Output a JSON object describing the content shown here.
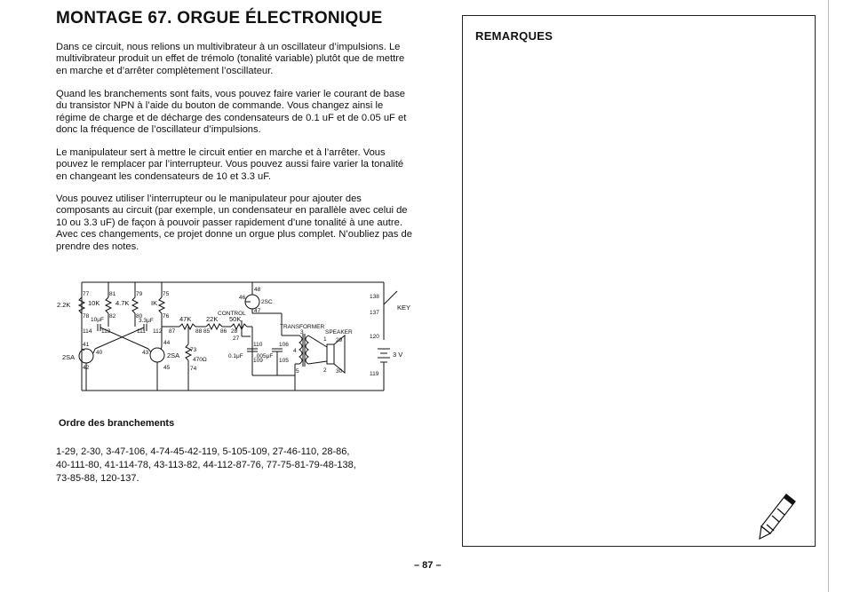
{
  "title": "MONTAGE 67. ORGUE ÉLECTRONIQUE",
  "paragraphs": [
    "Dans ce circuit, nous relions un multivibrateur à un oscillateur d’impulsions. Le multivibrateur produit un effet de trémolo (tonalité variable) plutôt que de mettre en marche et d’arrêter complètement l’oscillateur.",
    "Quand les branchements sont faits, vous pouvez faire varier le courant de base du transistor NPN à l’aide du bouton de commande. Vous changez ainsi le régime de charge et de décharge des condensateurs de 0.1 uF et de 0.05 uF et donc la fréquence de l’oscillateur d’impulsions.",
    "Le manipulateur sert à mettre le circuit entier en marche et à l’arrêter. Vous pouvez le remplacer par l’interrupteur. Vous pouvez aussi faire varier la tonalité en changeant les condensateurs de 10 et 3.3 uF.",
    "Vous pouvez utiliser l’interrupteur ou le manipulateur pour ajouter des composants au circuit (par exemple, un condensateur en parallèle avec celui de 10 ou 3.3 uF) de façon à pouvoir passer rapidement d’une tonalité à une autre. Avec ces changements, ce projet donne un orgue plus complet. N’oubliez pas de prendre des notes."
  ],
  "schematic": {
    "labels": {
      "r1": "2.2K",
      "r2": "10K",
      "r3": "4.7K",
      "r4": "IK",
      "c1": "10μF",
      "c2": "3.3μF",
      "r5": "47K",
      "r6": "22K",
      "r7": "50K",
      "control": "CONTROL",
      "t1": "2SA",
      "t2": "2SA",
      "t3": "2SC",
      "r8": "470Ω",
      "c3": "0.1μF",
      "c4": ".005μF",
      "transformer": "TRANSFORMER",
      "speaker": "SPEAKER",
      "key": "KEY",
      "battery": "3 V"
    },
    "terminals": {
      "t77": "77",
      "t81": "81",
      "t79": "79",
      "t75": "75",
      "t78": "78",
      "t82": "82",
      "t80": "80",
      "t76": "76",
      "t114": "114",
      "t113": "113",
      "t111": "111",
      "t112": "112",
      "t87": "87",
      "t88": "88",
      "t85": "85",
      "t86": "86",
      "t28": "28",
      "t27": "27",
      "t41": "41",
      "t40": "40",
      "t42": "42",
      "t43": "43",
      "t44": "44",
      "t45": "45",
      "t73": "73",
      "t74": "74",
      "t46": "46",
      "t48": "48",
      "t47": "47",
      "t110": "110",
      "t109": "109",
      "t106": "106",
      "t105": "105",
      "t3": "3",
      "t4": "4",
      "t5": "5",
      "t1": "1",
      "t2": "2",
      "t29": "29",
      "t30": "30",
      "t138": "138",
      "t137": "137",
      "t120": "120",
      "t119": "119"
    }
  },
  "order": {
    "title": "Ordre des branchements",
    "lines": [
      "1-29, 2-30, 3-47-106, 4-74-45-42-119, 5-105-109, 27-46-110, 28-86,",
      "40-111-80, 41-114-78, 43-113-82, 44-112-87-76, 77-75-81-79-48-138,",
      "73-85-88, 120-137."
    ]
  },
  "notes": {
    "title": "REMARQUES"
  },
  "page_number": "– 87 –",
  "icons": {
    "pencil": "pencil-icon"
  }
}
